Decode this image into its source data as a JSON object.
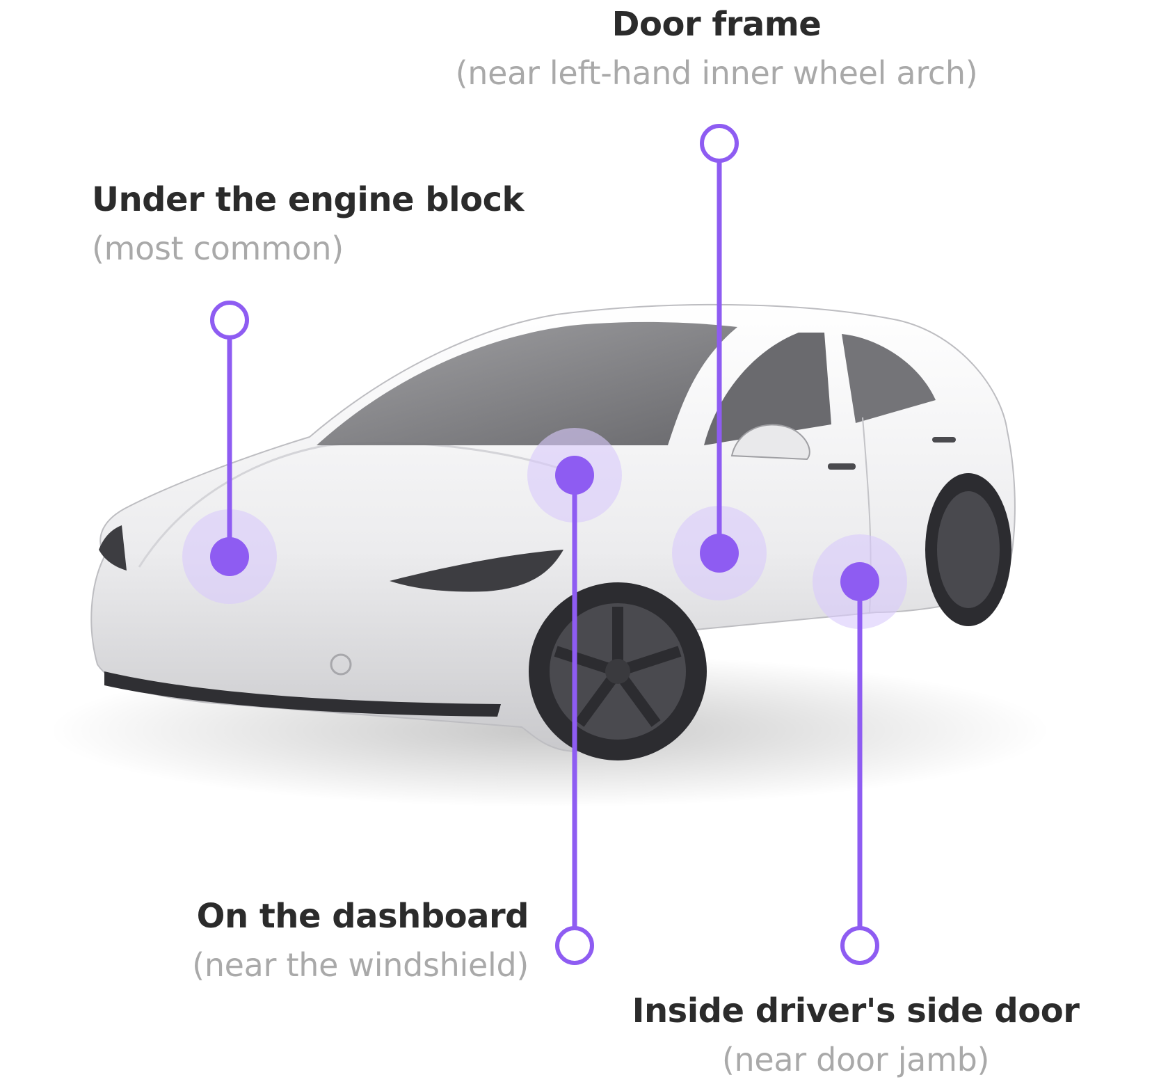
{
  "colors": {
    "accent": "#8e5cf2",
    "halo": "#d9c9fb",
    "title_text": "#2b2b2b",
    "subtitle_text": "#a9a9a9"
  },
  "illustration": {
    "subject": "white-sedan-car",
    "icon": "car-icon"
  },
  "callouts": [
    {
      "id": "door-frame",
      "title": "Door frame",
      "subtitle": "(near left-hand inner wheel arch)"
    },
    {
      "id": "engine",
      "title": "Under the engine block",
      "subtitle": "(most common)"
    },
    {
      "id": "dashboard",
      "title": "On the dashboard",
      "subtitle": "(near the windshield)"
    },
    {
      "id": "driver-door",
      "title": "Inside driver's side door",
      "subtitle": "(near door jamb)"
    }
  ]
}
